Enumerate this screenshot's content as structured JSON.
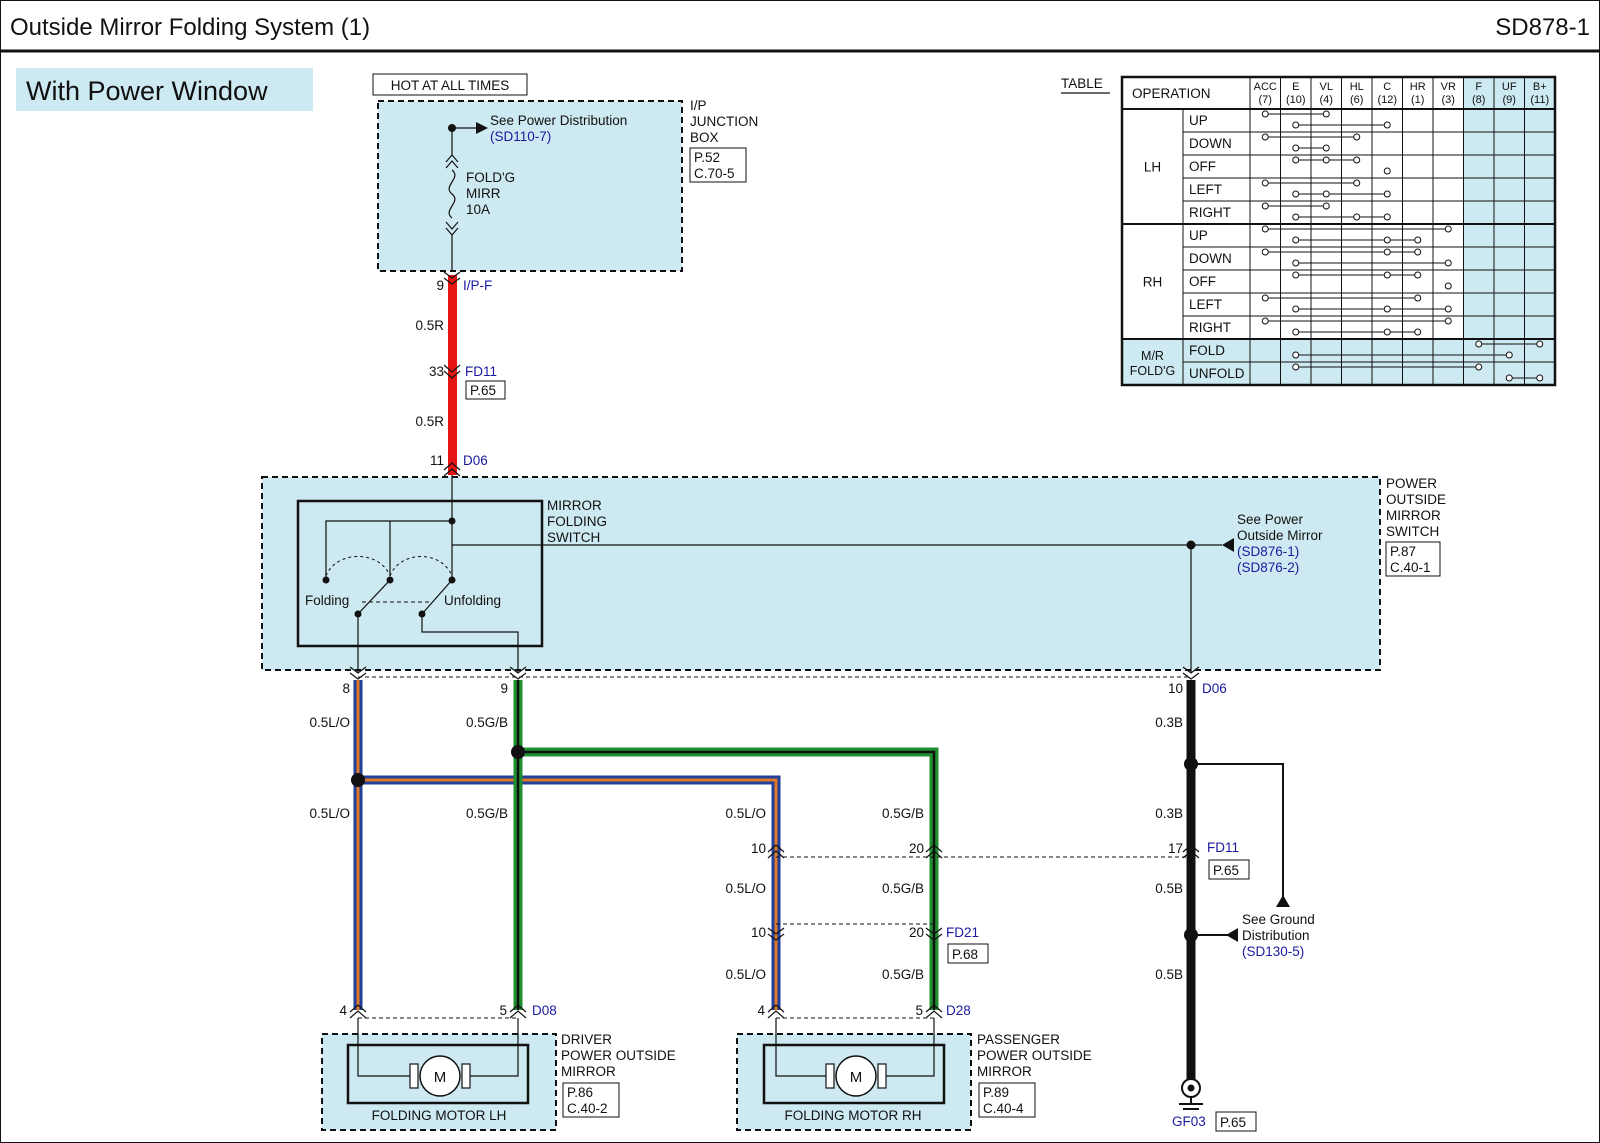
{
  "header": {
    "title": "Outside Mirror Folding System (1)",
    "code": "SD878-1"
  },
  "badge": "With Power Window",
  "hot_label": "HOT AT ALL TIMES",
  "ip_box": {
    "name_lines": [
      "I/P",
      "JUNCTION",
      "BOX"
    ],
    "ref_lines": [
      "P.52",
      "C.70-5"
    ],
    "see_text": "See Power Distribution",
    "see_ref": "(SD110-7)",
    "fuse_lines": [
      "FOLD'G",
      "MIRR",
      "10A"
    ]
  },
  "wires": {
    "pin_9": "9",
    "conn_ipf": "I/P-F",
    "w05r_1": "0.5R",
    "pin_33": "33",
    "conn_fd11": "FD11",
    "ref_p65": "P.65",
    "w05r_2": "0.5R",
    "pin_11": "11",
    "conn_d06": "D06",
    "pin_8": "8",
    "pin_9b": "9",
    "pin_10": "10",
    "conn_d06b": "D06",
    "lo": "0.5L/O",
    "gb": "0.5G/B",
    "b03": "0.3B",
    "b05": "0.5B",
    "pin_10a": "10",
    "pin_20a": "20",
    "pin_17": "17",
    "conn_fd11b": "FD11",
    "ref_p65b": "P.65",
    "pin_10b": "10",
    "pin_20b": "20",
    "conn_fd21": "FD21",
    "ref_p68": "P.68",
    "pin_4a": "4",
    "pin_5a": "5",
    "conn_d08": "D08",
    "pin_4b": "4",
    "pin_5b": "5",
    "conn_d28": "D28",
    "ground": "GF03",
    "ground_ref": "P.65"
  },
  "switch": {
    "name_lines": [
      "MIRROR",
      "FOLDING",
      "SWITCH"
    ],
    "folding": "Folding",
    "unfolding": "Unfolding",
    "outer_lines": [
      "POWER",
      "OUTSIDE",
      "MIRROR",
      "SWITCH"
    ],
    "outer_ref_lines": [
      "P.87",
      "C.40-1"
    ],
    "see_lines": [
      "See Power",
      "Outside Mirror"
    ],
    "see_refs": [
      "(SD876-1)",
      "(SD876-2)"
    ]
  },
  "ground_note": {
    "lines": [
      "See Ground",
      "Distribution"
    ],
    "ref": "(SD130-5)"
  },
  "motors": [
    {
      "label": "FOLDING MOTOR LH",
      "m": "M",
      "name_lines": [
        "DRIVER",
        "POWER OUTSIDE",
        "MIRROR"
      ],
      "ref_lines": [
        "P.86",
        "C.40-2"
      ]
    },
    {
      "label": "FOLDING MOTOR RH",
      "m": "M",
      "name_lines": [
        "PASSENGER",
        "POWER OUTSIDE",
        "MIRROR"
      ],
      "ref_lines": [
        "P.89",
        "C.40-4"
      ]
    }
  ],
  "table": {
    "caption": "TABLE",
    "operation_header": "OPERATION",
    "columns": [
      {
        "name": "ACC",
        "pin": "(7)"
      },
      {
        "name": "E",
        "pin": "(10)"
      },
      {
        "name": "VL",
        "pin": "(4)"
      },
      {
        "name": "HL",
        "pin": "(6)"
      },
      {
        "name": "C",
        "pin": "(12)"
      },
      {
        "name": "HR",
        "pin": "(1)"
      },
      {
        "name": "VR",
        "pin": "(3)"
      },
      {
        "name": "F",
        "pin": "(8)"
      },
      {
        "name": "UF",
        "pin": "(9)"
      },
      {
        "name": "B+",
        "pin": "(11)"
      }
    ],
    "groups": [
      {
        "name": "LH",
        "rows": [
          "UP",
          "DOWN",
          "OFF",
          "LEFT",
          "RIGHT"
        ]
      },
      {
        "name": "RH",
        "rows": [
          "UP",
          "DOWN",
          "OFF",
          "LEFT",
          "RIGHT"
        ]
      },
      {
        "name_lines": [
          "M/R",
          "FOLD'G"
        ],
        "rows": [
          "FOLD",
          "UNFOLD"
        ]
      }
    ],
    "connections": [
      [
        [
          0,
          2
        ],
        [
          1,
          4
        ]
      ],
      [
        [
          0,
          3
        ],
        [
          1,
          2
        ]
      ],
      [
        [
          1,
          2,
          3
        ],
        [
          4
        ]
      ],
      [
        [
          0,
          3
        ],
        [
          1,
          2,
          4
        ]
      ],
      [
        [
          0,
          2
        ],
        [
          1,
          3,
          4
        ]
      ],
      [
        [
          0,
          6
        ],
        [
          1,
          4,
          5
        ]
      ],
      [
        [
          0,
          4,
          5
        ],
        [
          1,
          6
        ]
      ],
      [
        [
          1,
          4,
          5
        ],
        [
          6
        ]
      ],
      [
        [
          0,
          5
        ],
        [
          1,
          4,
          6
        ]
      ],
      [
        [
          0,
          6
        ],
        [
          1,
          4,
          5
        ]
      ],
      [
        [
          7,
          9
        ],
        [
          1,
          8
        ]
      ],
      [
        [
          1,
          7
        ],
        [
          8,
          9
        ]
      ]
    ],
    "colors": {
      "shade": "#cde9f1",
      "line": "#111111"
    }
  },
  "colors": {
    "fill": "#cde9f1",
    "red": "#e61414",
    "blue": "#1f3f9a",
    "orange": "#e07828",
    "green": "#1f8f2f",
    "black": "#111111",
    "link": "#1a1aa0"
  }
}
